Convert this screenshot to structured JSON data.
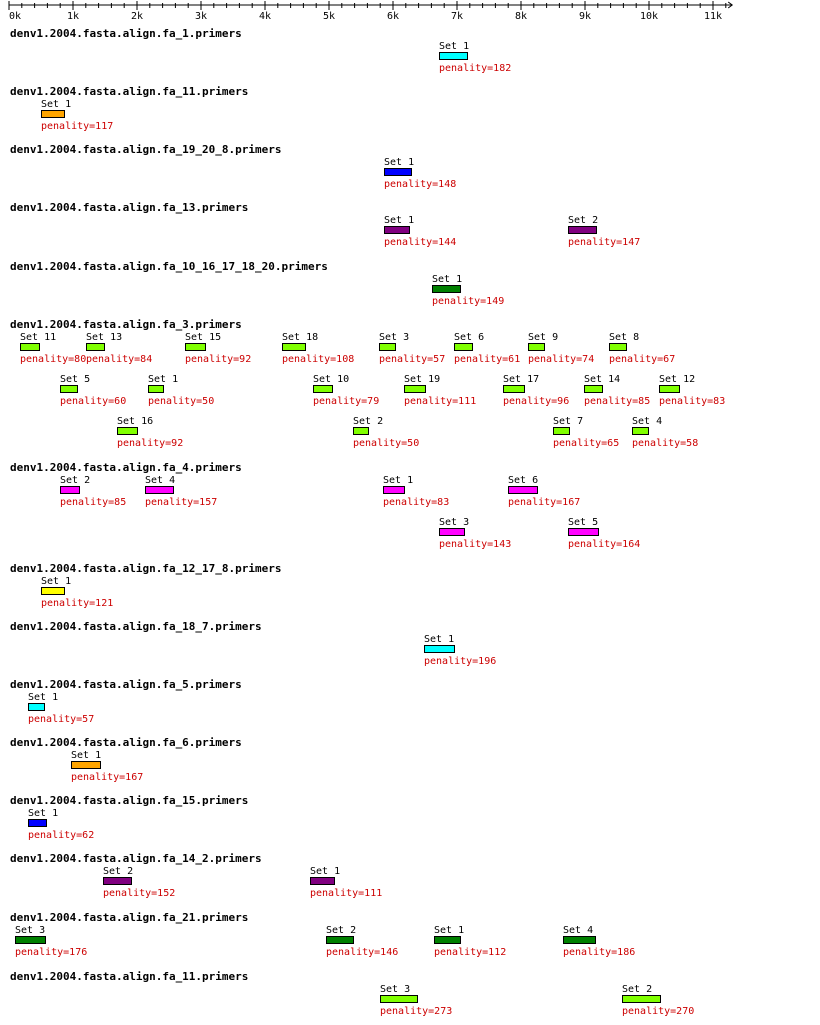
{
  "ruler": {
    "ticks": [
      "0k",
      "1k",
      "2k",
      "3k",
      "4k",
      "5k",
      "6k",
      "7k",
      "8k",
      "9k",
      "10k",
      "11k"
    ],
    "max": 11300
  },
  "tracks": [
    {
      "title": "denv1.2004.fasta.align.fa_1.primers",
      "color": "#00ffff",
      "rows": [
        [
          {
            "label": "Set 1",
            "pen": "penality=182",
            "start": 6720,
            "end": 7180
          }
        ]
      ]
    },
    {
      "title": "denv1.2004.fasta.align.fa_11.primers",
      "color": "#ffa500",
      "rows": [
        [
          {
            "label": "Set 1",
            "pen": "penality=117",
            "start": 500,
            "end": 880
          }
        ]
      ]
    },
    {
      "title": "denv1.2004.fasta.align.fa_19_20_8.primers",
      "color": "#0000ff",
      "rows": [
        [
          {
            "label": "Set 1",
            "pen": "penality=148",
            "start": 5860,
            "end": 6300
          }
        ]
      ]
    },
    {
      "title": "denv1.2004.fasta.align.fa_13.primers",
      "color": "#800080",
      "rows": [
        [
          {
            "label": "Set 1",
            "pen": "penality=144",
            "start": 5860,
            "end": 6260
          },
          {
            "label": "Set 2",
            "pen": "penality=147",
            "start": 8740,
            "end": 9200
          }
        ]
      ]
    },
    {
      "title": "denv1.2004.fasta.align.fa_10_16_17_18_20.primers",
      "color": "#008000",
      "rows": [
        [
          {
            "label": "Set 1",
            "pen": "penality=149",
            "start": 6610,
            "end": 7070
          }
        ]
      ]
    },
    {
      "title": "denv1.2004.fasta.align.fa_3.primers",
      "color": "#80ff00",
      "rows": [
        [
          {
            "label": "Set 11",
            "pen": "penality=80",
            "start": 170,
            "end": 490
          },
          {
            "label": "Set 13",
            "pen": "penality=84",
            "start": 1200,
            "end": 1500
          },
          {
            "label": "Set 15",
            "pen": "penality=92",
            "start": 2750,
            "end": 3080
          },
          {
            "label": "Set 18",
            "pen": "penality=108",
            "start": 4270,
            "end": 4640
          },
          {
            "label": "Set 3",
            "pen": "penality=57",
            "start": 5780,
            "end": 6050
          },
          {
            "label": "Set 6",
            "pen": "penality=61",
            "start": 6950,
            "end": 7250
          },
          {
            "label": "Set 9",
            "pen": "penality=74",
            "start": 8110,
            "end": 8380
          },
          {
            "label": "Set 8",
            "pen": "penality=67",
            "start": 9380,
            "end": 9660
          }
        ],
        [
          {
            "label": "Set 5",
            "pen": "penality=60",
            "start": 800,
            "end": 1080
          },
          {
            "label": "Set 1",
            "pen": "penality=50",
            "start": 2170,
            "end": 2420
          },
          {
            "label": "Set 10",
            "pen": "penality=79",
            "start": 4750,
            "end": 5060
          },
          {
            "label": "Set 19",
            "pen": "penality=111",
            "start": 6170,
            "end": 6520
          },
          {
            "label": "Set 17",
            "pen": "penality=96",
            "start": 7720,
            "end": 8070
          },
          {
            "label": "Set 14",
            "pen": "penality=85",
            "start": 8980,
            "end": 9270
          },
          {
            "label": "Set 12",
            "pen": "penality=83",
            "start": 10150,
            "end": 10480
          }
        ],
        [
          {
            "label": "Set 16",
            "pen": "penality=92",
            "start": 1680,
            "end": 2010
          },
          {
            "label": "Set 2",
            "pen": "penality=50",
            "start": 5380,
            "end": 5630
          },
          {
            "label": "Set 7",
            "pen": "penality=65",
            "start": 8500,
            "end": 8770
          },
          {
            "label": "Set 4",
            "pen": "penality=58",
            "start": 9730,
            "end": 9990
          }
        ]
      ]
    },
    {
      "title": "denv1.2004.fasta.align.fa_4.primers",
      "color": "#ff00ff",
      "rows": [
        [
          {
            "label": "Set 2",
            "pen": "penality=85",
            "start": 800,
            "end": 1120
          },
          {
            "label": "Set 4",
            "pen": "penality=157",
            "start": 2120,
            "end": 2580
          },
          {
            "label": "Set 1",
            "pen": "penality=83",
            "start": 5840,
            "end": 6180
          },
          {
            "label": "Set 6",
            "pen": "penality=167",
            "start": 7790,
            "end": 8260
          }
        ],
        [
          {
            "label": "Set 3",
            "pen": "penality=143",
            "start": 6720,
            "end": 7120
          },
          {
            "label": "Set 5",
            "pen": "penality=164",
            "start": 8740,
            "end": 9220
          }
        ]
      ]
    },
    {
      "title": "denv1.2004.fasta.align.fa_12_17_8.primers",
      "color": "#ffff00",
      "rows": [
        [
          {
            "label": "Set 1",
            "pen": "penality=121",
            "start": 500,
            "end": 880
          }
        ]
      ]
    },
    {
      "title": "denv1.2004.fasta.align.fa_18_7.primers",
      "color": "#00ffff",
      "rows": [
        [
          {
            "label": "Set 1",
            "pen": "penality=196",
            "start": 6490,
            "end": 6980
          }
        ]
      ]
    },
    {
      "title": "denv1.2004.fasta.align.fa_5.primers",
      "color": "#00ffff",
      "rows": [
        [
          {
            "label": "Set 1",
            "pen": "penality=57",
            "start": 300,
            "end": 560
          }
        ]
      ]
    },
    {
      "title": "denv1.2004.fasta.align.fa_6.primers",
      "color": "#ffa500",
      "rows": [
        [
          {
            "label": "Set 1",
            "pen": "penality=167",
            "start": 970,
            "end": 1440
          }
        ]
      ]
    },
    {
      "title": "denv1.2004.fasta.align.fa_15.primers",
      "color": "#0000ff",
      "rows": [
        [
          {
            "label": "Set 1",
            "pen": "penality=62",
            "start": 300,
            "end": 600
          }
        ]
      ]
    },
    {
      "title": "denv1.2004.fasta.align.fa_14_2.primers",
      "color": "#800080",
      "rows": [
        [
          {
            "label": "Set 2",
            "pen": "penality=152",
            "start": 1470,
            "end": 1920
          },
          {
            "label": "Set 1",
            "pen": "penality=111",
            "start": 4700,
            "end": 5090
          }
        ]
      ]
    },
    {
      "title": "denv1.2004.fasta.align.fa_21.primers",
      "color": "#008000",
      "rows": [
        [
          {
            "label": "Set 3",
            "pen": "penality=176",
            "start": 100,
            "end": 590
          },
          {
            "label": "Set 2",
            "pen": "penality=146",
            "start": 4950,
            "end": 5390
          },
          {
            "label": "Set 1",
            "pen": "penality=112",
            "start": 6640,
            "end": 7060
          },
          {
            "label": "Set 4",
            "pen": "penality=186",
            "start": 8660,
            "end": 9170
          }
        ]
      ]
    },
    {
      "title": "denv1.2004.fasta.align.fa_11.primers",
      "color": "#80ff00",
      "rows": [
        [
          {
            "label": "Set 3",
            "pen": "penality=273",
            "start": 5800,
            "end": 6400
          },
          {
            "label": "Set 2",
            "pen": "penality=270",
            "start": 9580,
            "end": 10190
          }
        ]
      ]
    }
  ]
}
